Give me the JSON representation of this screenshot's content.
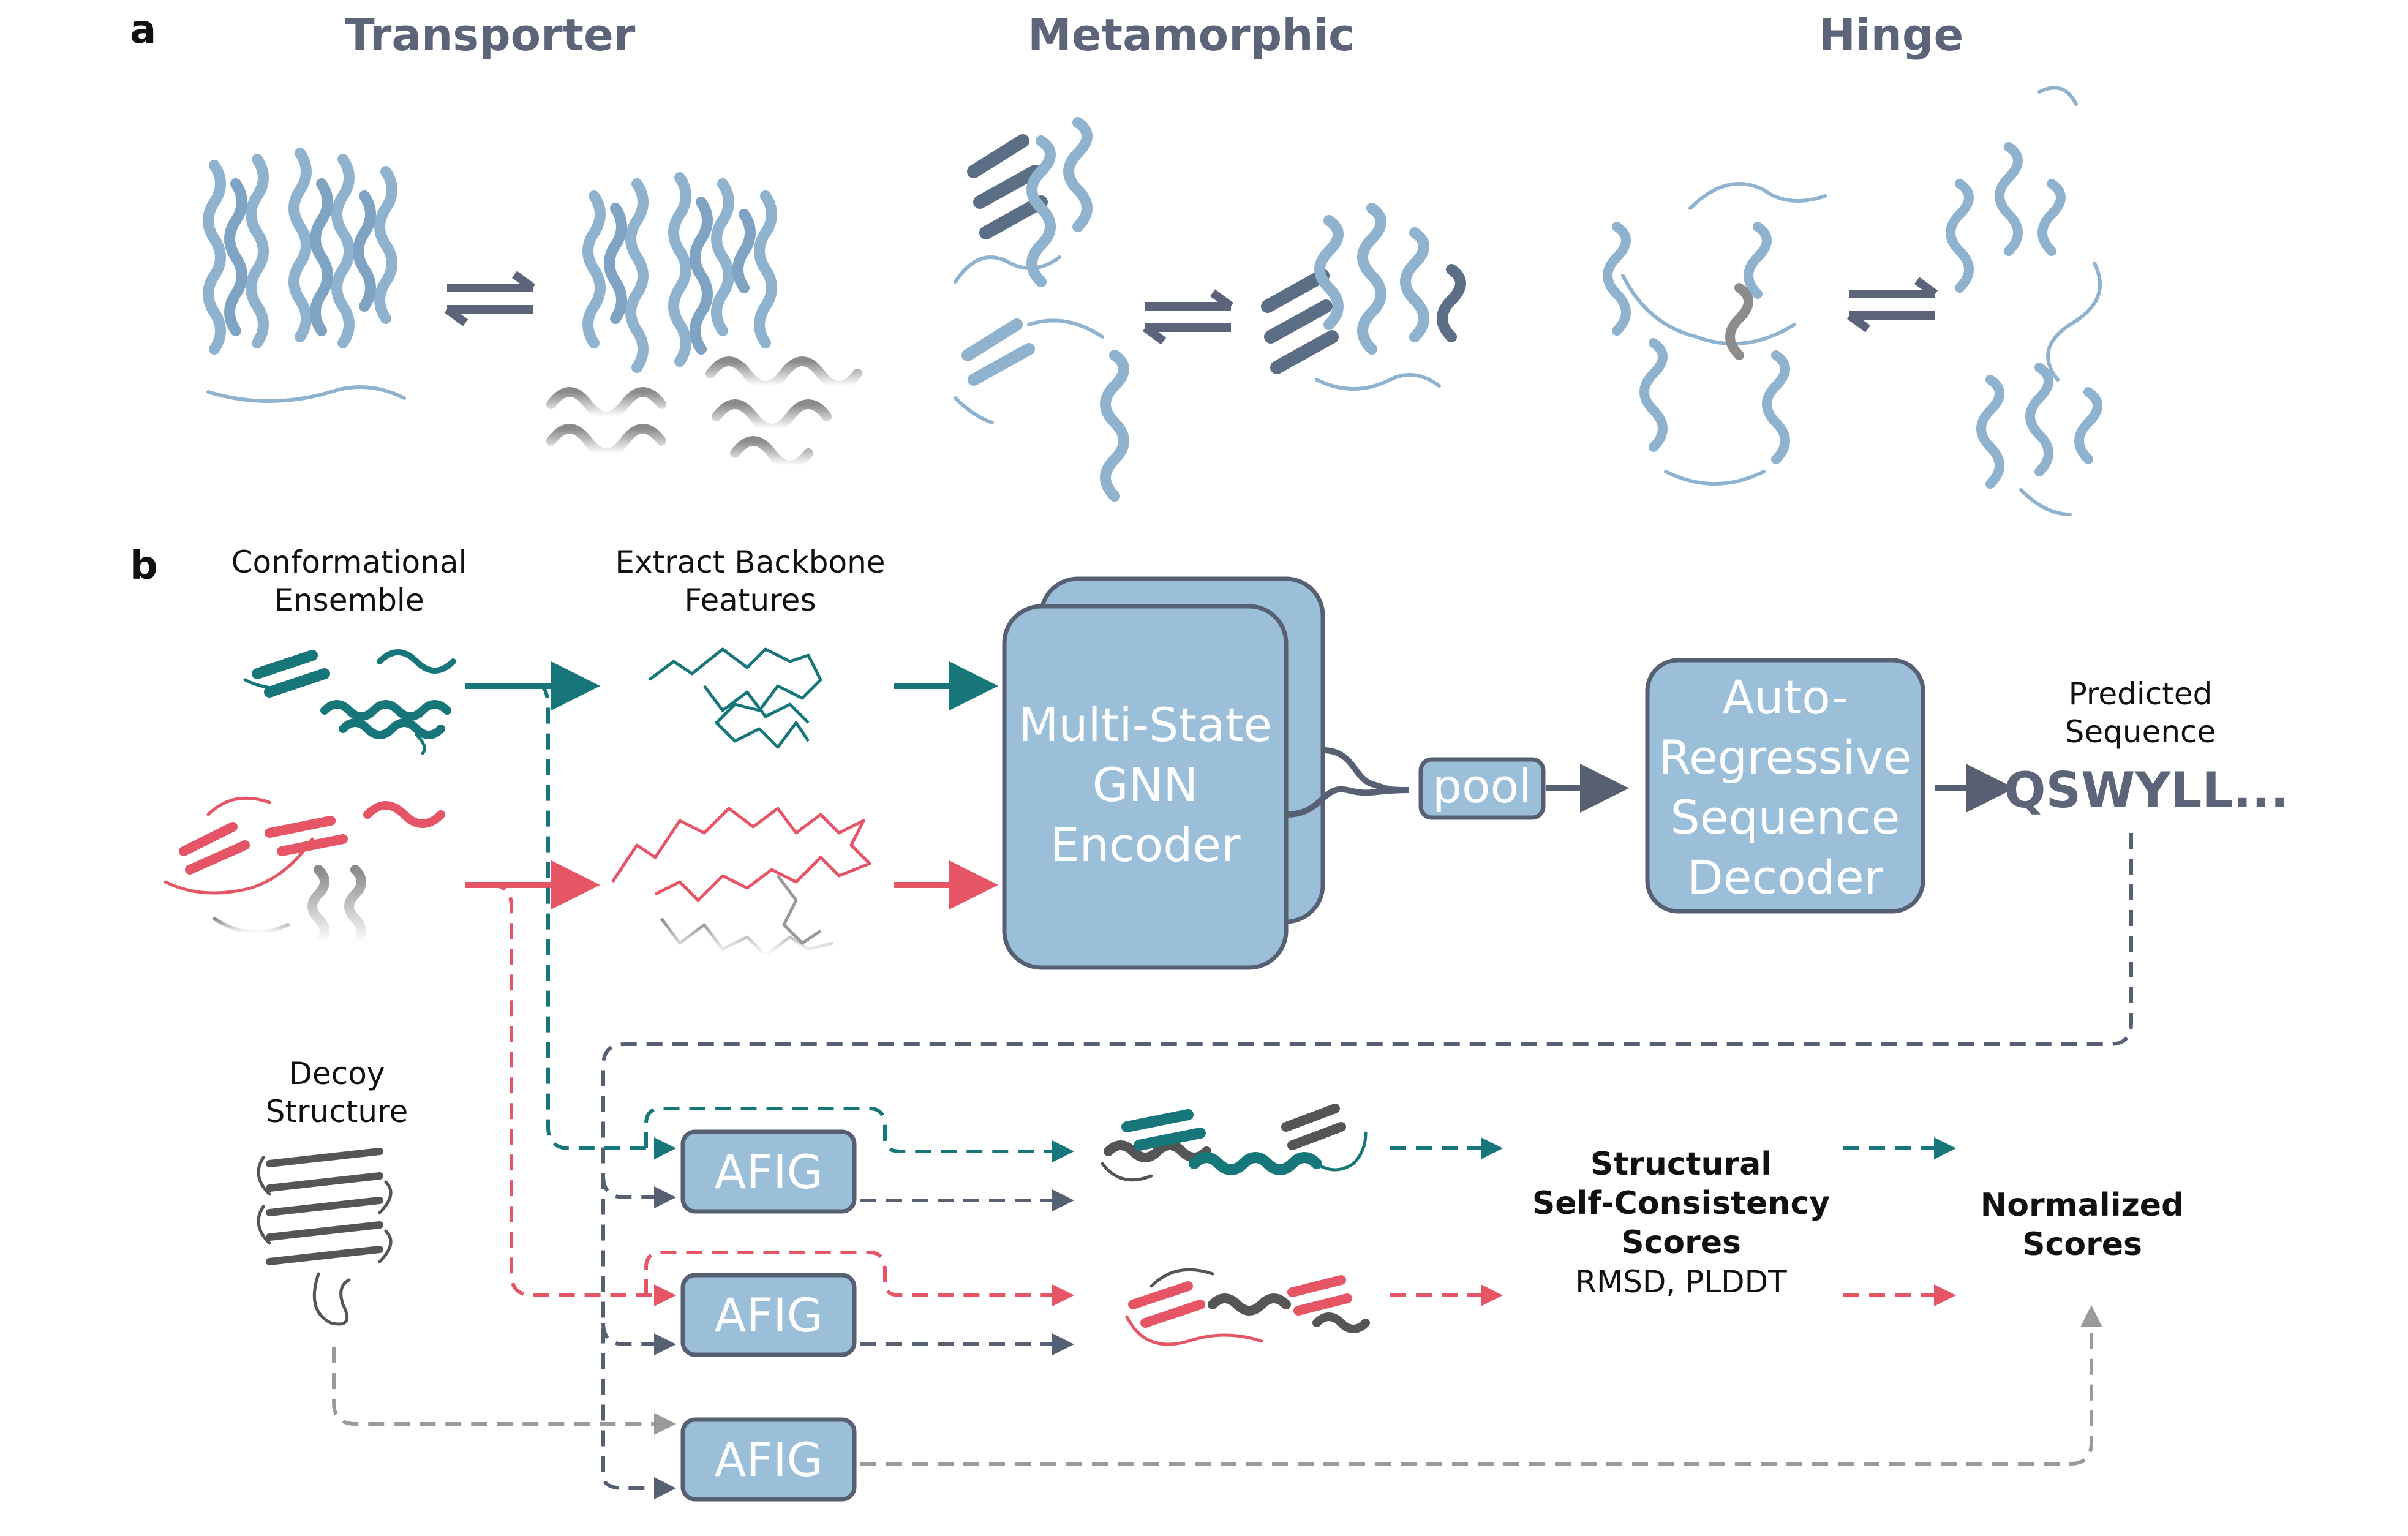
{
  "panels": {
    "a": "a",
    "b": "b"
  },
  "panel_a": {
    "headings": [
      "Transporter",
      "Metamorphic",
      "Hinge"
    ]
  },
  "panel_b": {
    "conformational_ensemble": "Conformational\nEnsemble",
    "extract_backbone": "Extract Backbone\nFeatures",
    "encoder": "Multi-State\nGNN\nEncoder",
    "pool": "pool",
    "decoder": "Auto-\nRegressive\nSequence\nDecoder",
    "predicted_sequence_label": "Predicted\nSequence",
    "predicted_sequence": "QSWYLL...",
    "decoy_structure": "Decoy\nStructure",
    "afig": [
      "AFIG",
      "AFIG",
      "AFIG"
    ],
    "scores_title": "Structural\nSelf-Consistency\nScores",
    "scores_metrics": "RMSD, PLDDT",
    "normalized_scores": "Normalized\nScores"
  },
  "colors": {
    "protein_blue": "#8fb2cf",
    "teal": "#17767a",
    "red": "#e65566",
    "dark": "#566072",
    "gray": "#9a9a9a",
    "box_fill": "#9cbfd9"
  }
}
